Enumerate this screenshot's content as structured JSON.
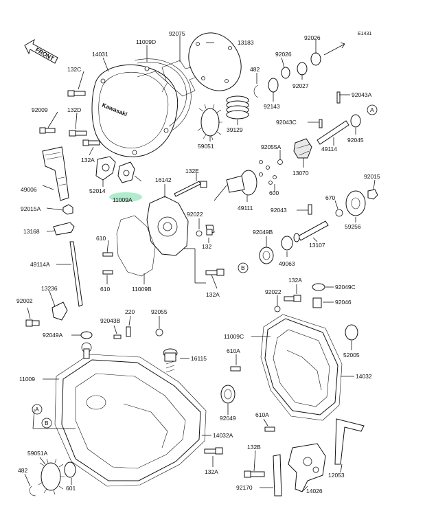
{
  "diagram_code": "E1431",
  "front_label": "FRONT",
  "brand_text": "Kawasaki",
  "ref_markers": {
    "A": "A",
    "B": "B"
  },
  "labels": {
    "l14031": "14031",
    "l110090": "11009D",
    "l92075": "92075",
    "l13183": "13183",
    "l92026a": "92026",
    "l92026b": "92026",
    "l132C": "132C",
    "l482a": "482",
    "l92009": "92009",
    "l132D": "132D",
    "l92027": "92027",
    "l92043A": "92043A",
    "l92143": "92143",
    "l39129": "39129",
    "l92043C": "92043C",
    "l59051": "59051",
    "l92055A": "92055A",
    "l49114": "49114",
    "l92045": "92045",
    "l132A_a": "132A",
    "l13070": "13070",
    "l49006": "49006",
    "l52014": "52014",
    "l11009A": "11009A",
    "l16142": "16142",
    "l132E": "132E",
    "l92015": "92015",
    "l600": "600",
    "l49111": "49111",
    "l92015A": "92015A",
    "l92043": "92043",
    "l670": "670",
    "l92022a": "92022",
    "l59256": "59256",
    "l13168": "13168",
    "l610a": "610",
    "l132b": "132",
    "l92049B": "92049B",
    "l13107": "13107",
    "l49114A": "49114A",
    "l49063": "49063",
    "l610b": "610",
    "l11009B": "11009B",
    "l132A_b": "132A",
    "l13236": "13236",
    "l132A_c": "132A",
    "l92049C": "92049C",
    "l92022b": "92022",
    "l92046": "92046",
    "l92002": "92002",
    "l220": "220",
    "l92043B": "92043B",
    "l92055": "92055",
    "l92049A": "92049A",
    "l11009C": "11009C",
    "l52005": "52005",
    "l11009": "11009",
    "l16115": "16115",
    "l610A_a": "610A",
    "l14032": "14032",
    "l92049": "92049",
    "l610A_b": "610A",
    "l14032A": "14032A",
    "l59051A": "59051A",
    "l132B": "132B",
    "l12053": "12053",
    "l482b": "482",
    "l132A_d": "132A",
    "l601": "601",
    "l92170": "92170",
    "l14026": "14026"
  }
}
